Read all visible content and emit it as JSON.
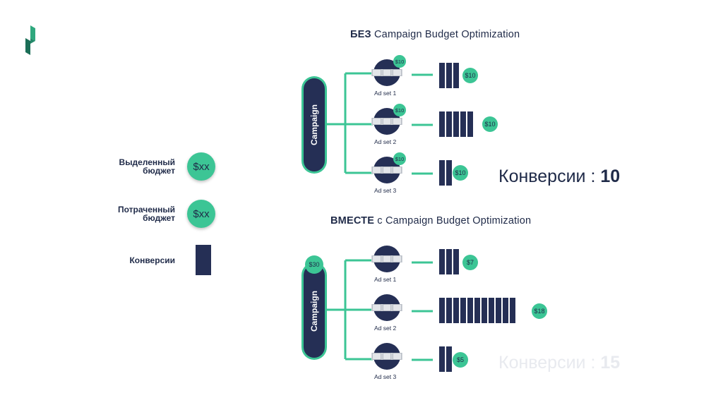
{
  "legend": {
    "allocated_label": "Выделенный бюджет",
    "spent_label": "Потраченный бюджет",
    "conversions_label": "Конверсии",
    "coin_text": "$xx"
  },
  "section_without": {
    "title_bold": "БЕЗ",
    "title_rest": " Campaign Budget Optimization",
    "campaign_label": "Campaign",
    "ad_sets": [
      {
        "label": "Ad set 1",
        "budget": "$10",
        "spent": "$10",
        "conversions": 3
      },
      {
        "label": "Ad set 2",
        "budget": "$10",
        "spent": "$10",
        "conversions": 5
      },
      {
        "label": "Ad set 3",
        "budget": "$10",
        "spent": "$10",
        "conversions": 2
      }
    ],
    "total_prefix": "Конверсии : ",
    "total_value": "10"
  },
  "section_with": {
    "title_bold": "ВМЕСТЕ",
    "title_rest": " с Campaign Budget Optimization",
    "campaign_label": "Campaign",
    "campaign_budget": "$30",
    "ad_sets": [
      {
        "label": "Ad set 1",
        "spent": "$7",
        "conversions": 3
      },
      {
        "label": "Ad set 2",
        "spent": "$18",
        "conversions": 11
      },
      {
        "label": "Ad set 3",
        "spent": "$5",
        "conversions": 2
      }
    ],
    "total_prefix": "Конверсии : ",
    "total_value": "15"
  },
  "colors": {
    "navy": "#252f55",
    "green": "#3cc595",
    "text": "#1f2a48",
    "faded_text": "#e8eaef"
  }
}
